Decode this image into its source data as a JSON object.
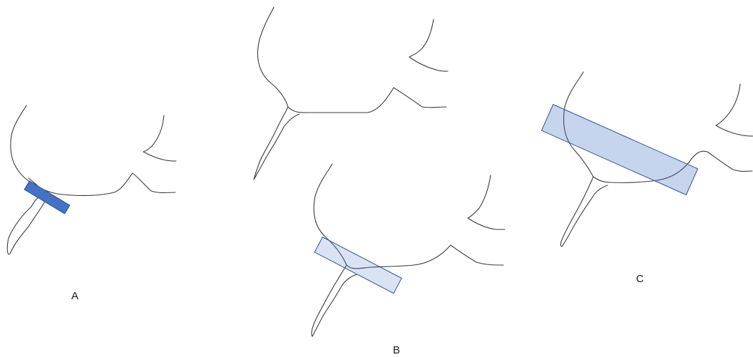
{
  "panels": [
    {
      "id": "A",
      "label": "A",
      "highlight": {
        "fill": "#4472c4",
        "fill_opacity": 1,
        "stroke": "#2f528f"
      }
    },
    {
      "id": "B",
      "label": "B",
      "highlight": {
        "fill": "#4472c4",
        "fill_opacity": 0.2,
        "stroke": "#2f528f"
      }
    },
    {
      "id": "C",
      "label": "C",
      "highlight": {
        "fill": "#4472c4",
        "fill_opacity": 0.3,
        "stroke": "#2f528f"
      }
    }
  ]
}
